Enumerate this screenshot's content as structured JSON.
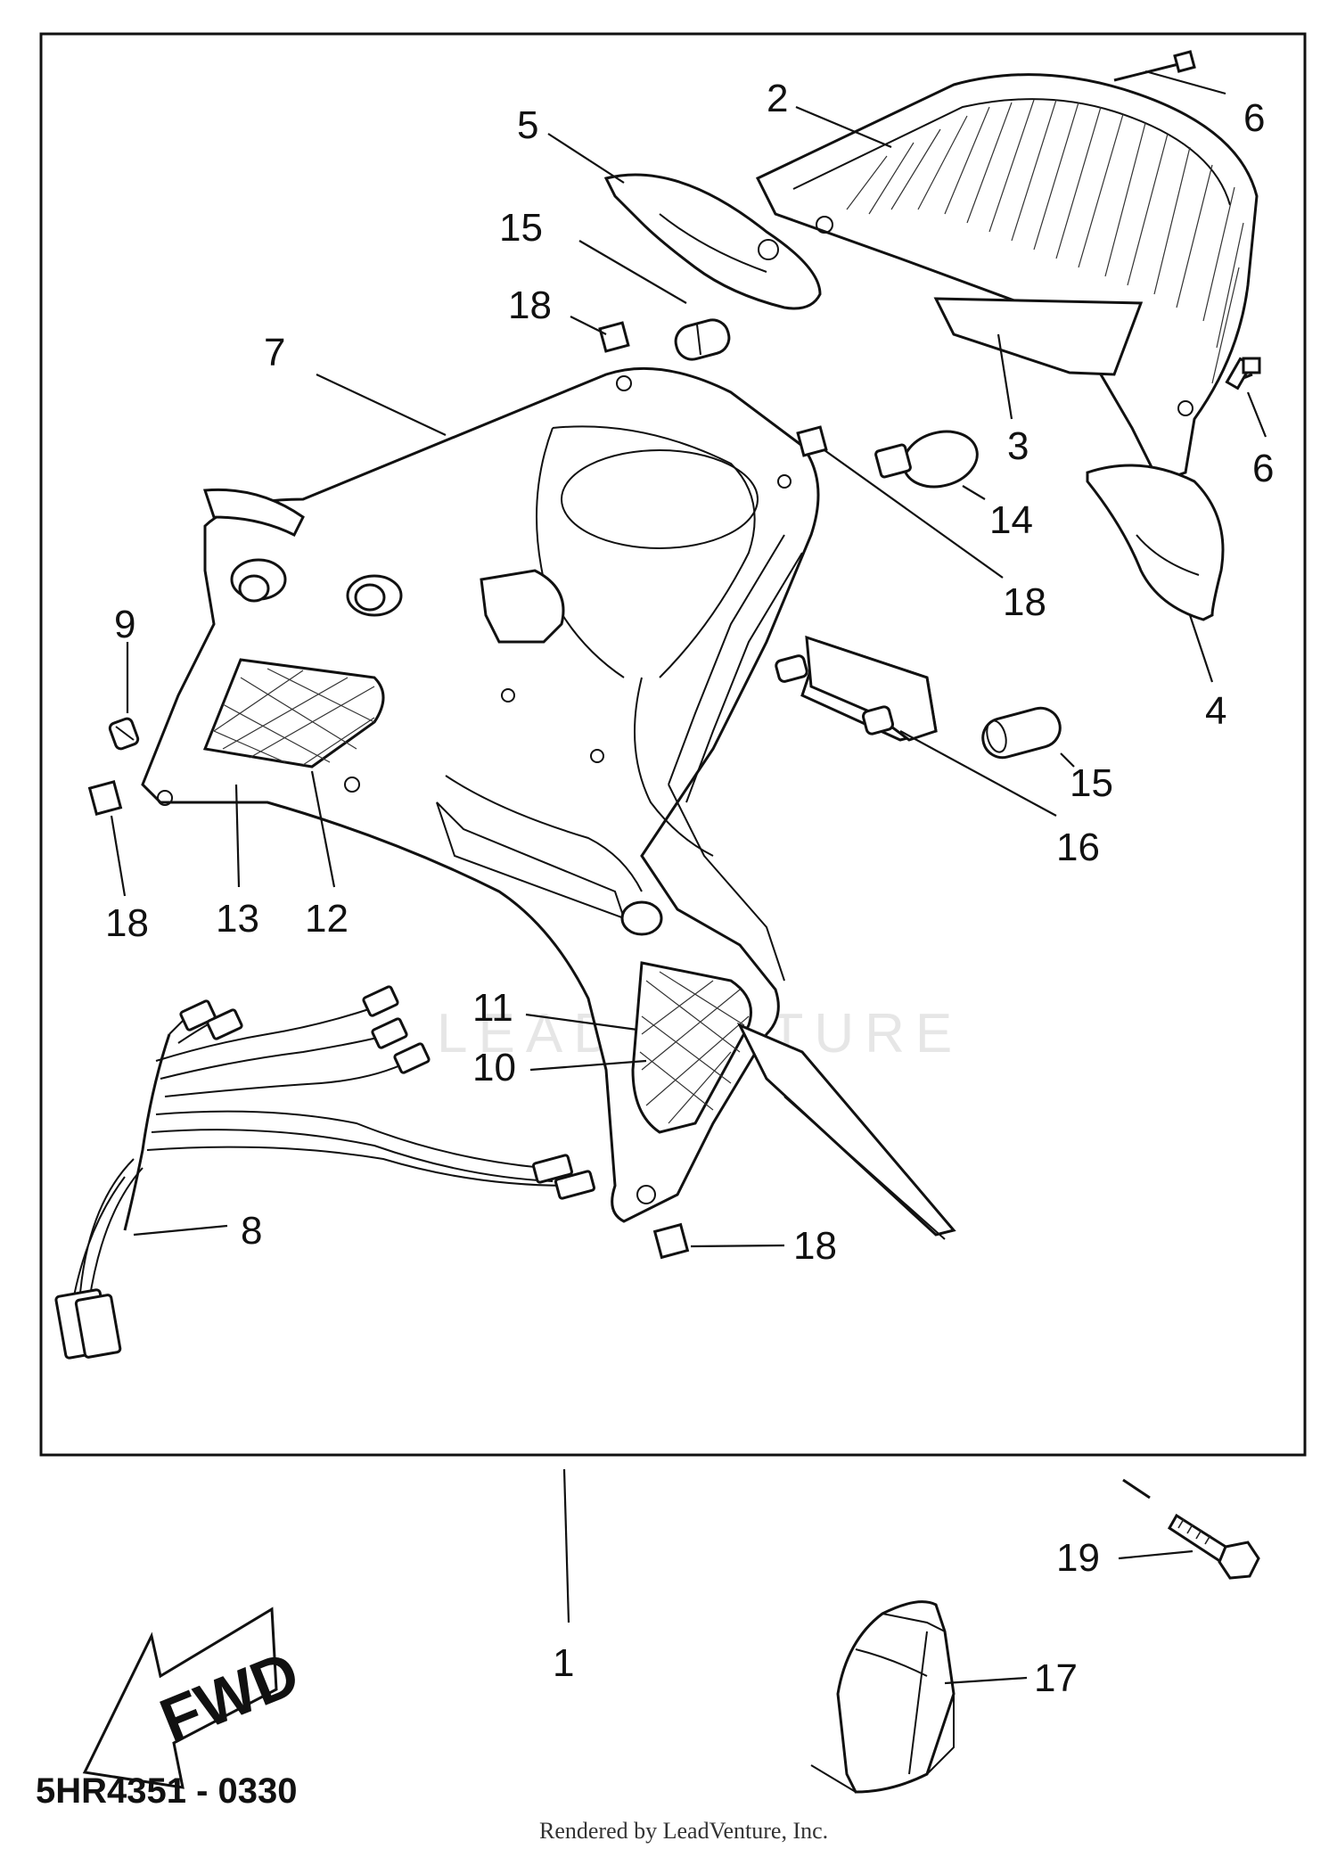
{
  "callouts": [
    {
      "id": "1",
      "text": "1"
    },
    {
      "id": "2",
      "text": "2"
    },
    {
      "id": "3",
      "text": "3"
    },
    {
      "id": "4",
      "text": "4"
    },
    {
      "id": "5",
      "text": "5"
    },
    {
      "id": "6a",
      "text": "6"
    },
    {
      "id": "6b",
      "text": "6"
    },
    {
      "id": "7",
      "text": "7"
    },
    {
      "id": "8",
      "text": "8"
    },
    {
      "id": "9",
      "text": "9"
    },
    {
      "id": "10",
      "text": "10"
    },
    {
      "id": "11",
      "text": "11"
    },
    {
      "id": "12",
      "text": "12"
    },
    {
      "id": "13",
      "text": "13"
    },
    {
      "id": "14",
      "text": "14"
    },
    {
      "id": "15a",
      "text": "15"
    },
    {
      "id": "15b",
      "text": "15"
    },
    {
      "id": "16",
      "text": "16"
    },
    {
      "id": "17",
      "text": "17"
    },
    {
      "id": "18a",
      "text": "18"
    },
    {
      "id": "18b",
      "text": "18"
    },
    {
      "id": "18c",
      "text": "18"
    },
    {
      "id": "18d",
      "text": "18"
    },
    {
      "id": "19",
      "text": "19"
    }
  ],
  "fwd_arrow": {
    "text": "FWD"
  },
  "diagram_code": "5HR4351 - 0330",
  "credit": "Rendered by LeadVenture, Inc.",
  "watermark": "LEADVENTURE"
}
